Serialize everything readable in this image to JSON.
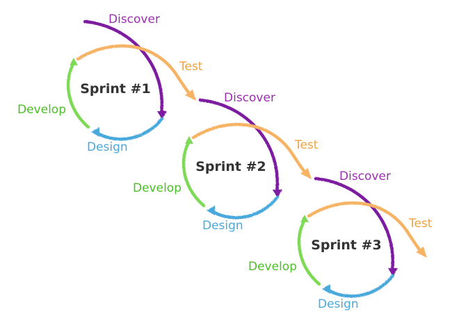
{
  "colors": {
    "discover": "#7d1fa0",
    "test": "#f5b364",
    "develop": "#7ed957",
    "design": "#4aa8dc",
    "develop_text": "#4cbf2a",
    "design_text": "#4aa8dc",
    "discover_text": "#9b2fb0",
    "test_text": "#f2a23c"
  },
  "sprints": [
    {
      "title": "Sprint #1",
      "labels": {
        "discover": "Discover",
        "test": "Test",
        "develop": "Develop",
        "design": "Design"
      }
    },
    {
      "title": "Sprint #2",
      "labels": {
        "discover": "Discover",
        "test": "Test",
        "develop": "Develop",
        "design": "Design"
      }
    },
    {
      "title": "Sprint #3",
      "labels": {
        "discover": "Discover",
        "test": "Test",
        "develop": "Develop",
        "design": "Design"
      }
    }
  ]
}
